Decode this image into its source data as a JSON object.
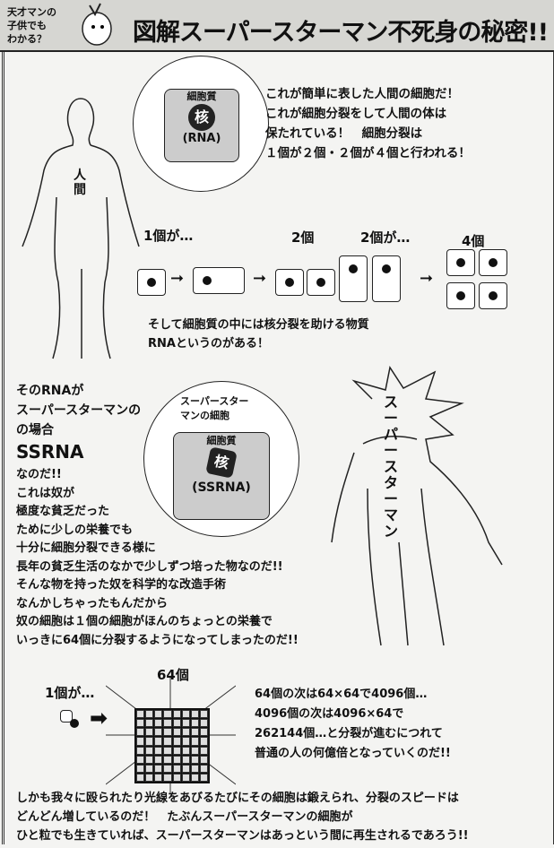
{
  "header": {
    "small": [
      "天才マンの",
      "子供でも",
      "わかる？"
    ],
    "title": "図解スーパースターマン不死身の秘密!!"
  },
  "section1": {
    "human_label": "人間",
    "bubble": {
      "cytoplasm": "細胞質",
      "nucleus": "核",
      "rna": "(RNA)"
    },
    "text": [
      "これが簡単に表した人間の細胞だ！",
      "これが細胞分裂をして人間の体は",
      "保たれている！　細胞分裂は",
      "１個が２個・２個が４個と行われる！"
    ],
    "division_labels": [
      "1個が…",
      "2個",
      "2個が…",
      "4個"
    ],
    "rna_text": [
      "そして細胞質の中には核分裂を助ける物質",
      "RNAというのがある！"
    ]
  },
  "section2": {
    "figure_label": "スーパースターマン",
    "bubble": {
      "title": [
        "スーパースター",
        "マンの細胞"
      ],
      "cytoplasm": "細胞質",
      "nucleus": "核",
      "rna": "(SSRNA)"
    },
    "text_a": [
      "そのRNAが",
      "スーパースターマンの",
      "の場合"
    ],
    "ssrna": "SSRNA",
    "text_b": [
      "なのだ!!",
      "これは奴が",
      "極度な貧乏だった",
      "ために少しの栄養でも",
      "十分に細胞分裂できる様に",
      "長年の貧乏生活のなかで少しずつ培った物なのだ!!",
      "そんな物を持った奴を科学的な改造手術",
      "なんかしちゃったもんだから",
      "奴の細胞は１個の細胞がほんのちょっとの栄養で",
      "いっきに64個に分裂するようになってしまったのだ!!"
    ]
  },
  "section3": {
    "one_label": "1個が…",
    "sixtyfour_label": "64個",
    "text": [
      "64個の次は64×64で4096個…",
      "4096個の次は4096×64で",
      "262144個…と分裂が進むにつれて",
      "普通の人の何億倍となっていくのだ!!"
    ]
  },
  "footer": {
    "text": [
      "しかも我々に殴られたり光線をあびるたびにその細胞は鍛えられ、分裂のスピードは",
      "どんどん増しているのだ！　たぶんスーパースターマンの細胞が",
      "ひと粒でも生きていれば、スーパースターマンはあっという間に再生されるであろう!!"
    ]
  }
}
